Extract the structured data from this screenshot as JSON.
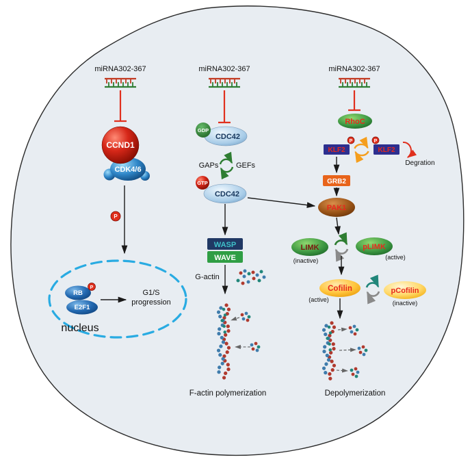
{
  "mirna": {
    "label": "miRNA302-367"
  },
  "badge": {
    "p": "P"
  },
  "left": {
    "ccnd1": "CCND1",
    "cdk46": "CDK4/6",
    "nucleus": "nucleus",
    "rb": "RB",
    "e2f1": "E2F1",
    "g1s": "G1/S",
    "progression": "progression"
  },
  "middle": {
    "gdp": "GDP",
    "gtp": "GTP",
    "cdc42": "CDC42",
    "gaps": "GAPs",
    "gefs": "GEFs",
    "wasp": "WASP",
    "wave": "WAVE",
    "g_actin": "G-actin",
    "f_actin_label": "F-actin polymerization"
  },
  "right": {
    "rhoc": "RhoC",
    "klf2": "KLF2",
    "degration": "Degration",
    "grb2": "GRB2",
    "pak1": "PAK1",
    "limk": "LIMK",
    "plimk": "pLIMK",
    "cofilin": "Cofilin",
    "pcofilin": "pCofilin",
    "active": "(active)",
    "inactive": "(inactive)",
    "depolymerization_label": "Depolymerization"
  },
  "colors": {
    "cell_fill": "#e8edf2",
    "inhibition_red": "#e0301e",
    "nucleus_outline": "#29abe2",
    "klf2_box": "#2d2f8f",
    "grb2_box": "#e8641b",
    "wasp_box": "#203864",
    "wave_box": "#2f9e44"
  }
}
